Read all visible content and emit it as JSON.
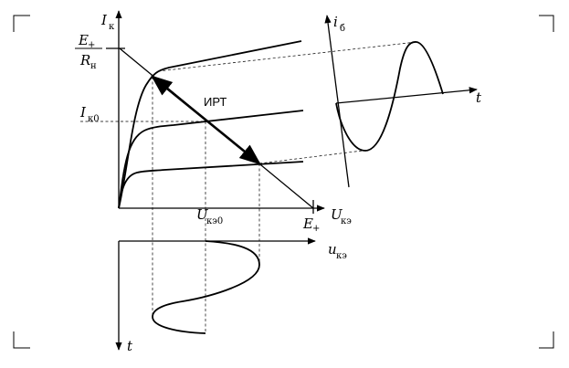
{
  "labels": {
    "ic_axis": "I",
    "ic_axis_sub": "к",
    "e_plus_num": "E",
    "e_plus_num_sub": "+",
    "rn": "R",
    "rn_sub": "н",
    "ic0": "I",
    "ic0_sub": "к0",
    "irt": "ИРТ",
    "uce0": "U",
    "uce0_sub": "кэ0",
    "e_plus": "E",
    "e_plus_sub": "+",
    "uce_axis": "U",
    "uce_axis_sub": "кэ",
    "ib": "i",
    "ib_sub": "б",
    "t_right": "t",
    "uce_wave": "u",
    "uce_wave_sub": "кэ",
    "t_bottom": "t"
  }
}
